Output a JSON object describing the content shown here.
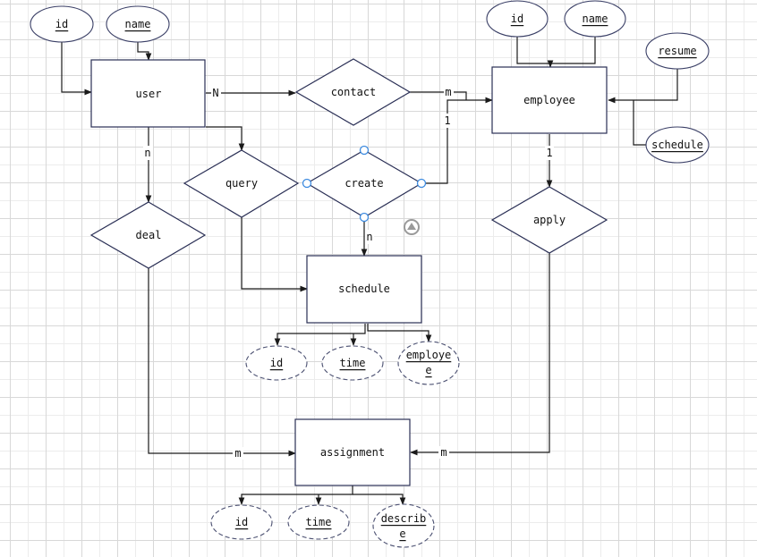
{
  "diagram": {
    "type": "ER diagram",
    "entities": [
      {
        "id": "user",
        "label": "user"
      },
      {
        "id": "employee",
        "label": "employee"
      },
      {
        "id": "schedule",
        "label": "schedule"
      },
      {
        "id": "assignment",
        "label": "assignment"
      }
    ],
    "relationships": [
      {
        "id": "contact",
        "label": "contact"
      },
      {
        "id": "query",
        "label": "query"
      },
      {
        "id": "create",
        "label": "create",
        "selected": true
      },
      {
        "id": "deal",
        "label": "deal"
      },
      {
        "id": "apply",
        "label": "apply"
      }
    ],
    "attributes": {
      "user": [
        {
          "label": "id"
        },
        {
          "label": "name"
        }
      ],
      "employee": [
        {
          "label": "id"
        },
        {
          "label": "name"
        },
        {
          "label": "resume"
        },
        {
          "label": "schedule"
        }
      ],
      "schedule": [
        {
          "label": "id"
        },
        {
          "label": "time"
        },
        {
          "label_line1": "employe",
          "label_line2": "e"
        }
      ],
      "assignment": [
        {
          "label": "id"
        },
        {
          "label": "time"
        },
        {
          "label_line1": "describ",
          "label_line2": "e"
        }
      ]
    },
    "cardinalities": {
      "user_contact": "N",
      "contact_employee": "m",
      "employee_create": "1",
      "create_schedule": "n",
      "user_deal": "n",
      "employee_apply": "1",
      "deal_assignment": "m",
      "apply_assignment": "m"
    },
    "colors": {
      "shape_stroke": "#2a2f55",
      "edge": "#1a1a1a",
      "selection_handle": "#3d8be0",
      "rotate_handle": "#9a9a9a",
      "grid_major": "#d8d8d8",
      "grid_minor": "#ececec"
    }
  }
}
